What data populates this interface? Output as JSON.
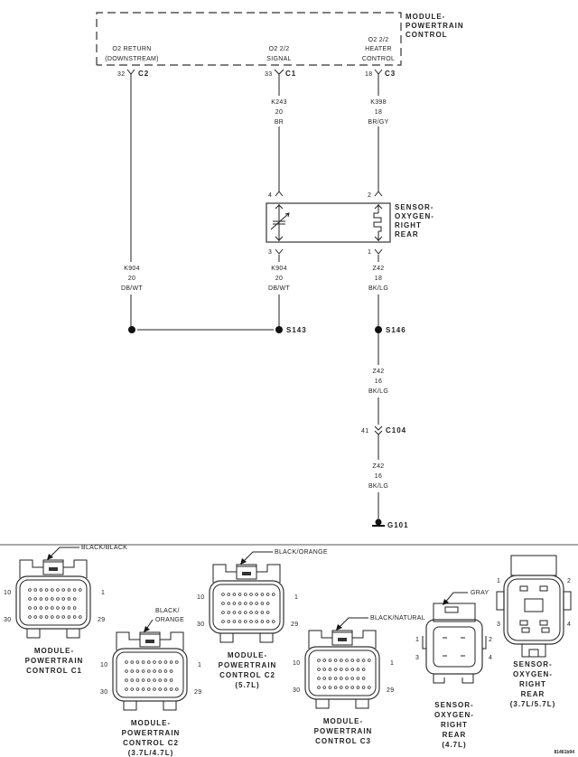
{
  "module": {
    "title_lines": [
      "MODULE-",
      "POWERTRAIN",
      "CONTROL"
    ]
  },
  "pins": [
    {
      "name_lines": [
        "O2 RETURN",
        "(DOWNSTREAM)"
      ],
      "cavity": "32",
      "connector": "C2"
    },
    {
      "name_lines": [
        "O2 2/2",
        "SIGNAL"
      ],
      "cavity": "33",
      "connector": "C1"
    },
    {
      "name_lines": [
        "O2 2/2",
        "HEATER",
        "CONTROL"
      ],
      "cavity": "18",
      "connector": "C3"
    }
  ],
  "wires": {
    "signal_upper": [
      "K243",
      "20",
      "BR"
    ],
    "heater_upper": [
      "K398",
      "18",
      "BR/GY"
    ],
    "return_left": [
      "K904",
      "20",
      "DB/WT"
    ],
    "return_sensor": [
      "K904",
      "20",
      "DB/WT"
    ],
    "ground_sensor": [
      "Z42",
      "18",
      "BK/LG"
    ],
    "ground_mid": [
      "Z42",
      "16",
      "BK/LG"
    ],
    "ground_lower": [
      "Z42",
      "16",
      "BK/LG"
    ]
  },
  "sensor": {
    "title_lines": [
      "SENSOR-",
      "OXYGEN-",
      "RIGHT",
      "REAR"
    ],
    "pins": [
      "4",
      "3",
      "2",
      "1"
    ]
  },
  "splices": [
    "S143",
    "S146"
  ],
  "inline_connector": {
    "cavity": "41",
    "name": "C104"
  },
  "ground": "G101",
  "connector_views": [
    {
      "color": "BLACK/BLACK",
      "title_lines": [
        "MODULE-",
        "POWERTRAIN",
        "CONTROL C1"
      ],
      "pins": [
        "10",
        "1",
        "30",
        "29"
      ]
    },
    {
      "color_lines": [
        "BLACK/",
        "ORANGE"
      ],
      "title_lines": [
        "MODULE-",
        "POWERTRAIN",
        "CONTROL C2",
        "(3.7L/4.7L)"
      ],
      "pins": [
        "10",
        "1",
        "30",
        "29"
      ]
    },
    {
      "color": "BLACK/ORANGE",
      "title_lines": [
        "MODULE-",
        "POWERTRAIN",
        "CONTROL C2",
        "(5.7L)"
      ],
      "pins": [
        "10",
        "1",
        "30",
        "29"
      ]
    },
    {
      "color": "BLACK/NATURAL",
      "title_lines": [
        "MODULE-",
        "POWERTRAIN",
        "CONTROL C3"
      ],
      "pins": [
        "10",
        "1",
        "30",
        "29"
      ]
    },
    {
      "color": "GRAY",
      "title_lines": [
        "SENSOR-",
        "OXYGEN-",
        "RIGHT",
        "REAR",
        "(4.7L)"
      ],
      "pins": [
        "1",
        "2",
        "3",
        "4"
      ]
    },
    {
      "title_lines": [
        "SENSOR-",
        "OXYGEN-",
        "RIGHT",
        "REAR",
        "(3.7L/5.7L)"
      ],
      "pins": [
        "1",
        "2",
        "3",
        "4"
      ]
    }
  ],
  "figure_id": "81461b94"
}
